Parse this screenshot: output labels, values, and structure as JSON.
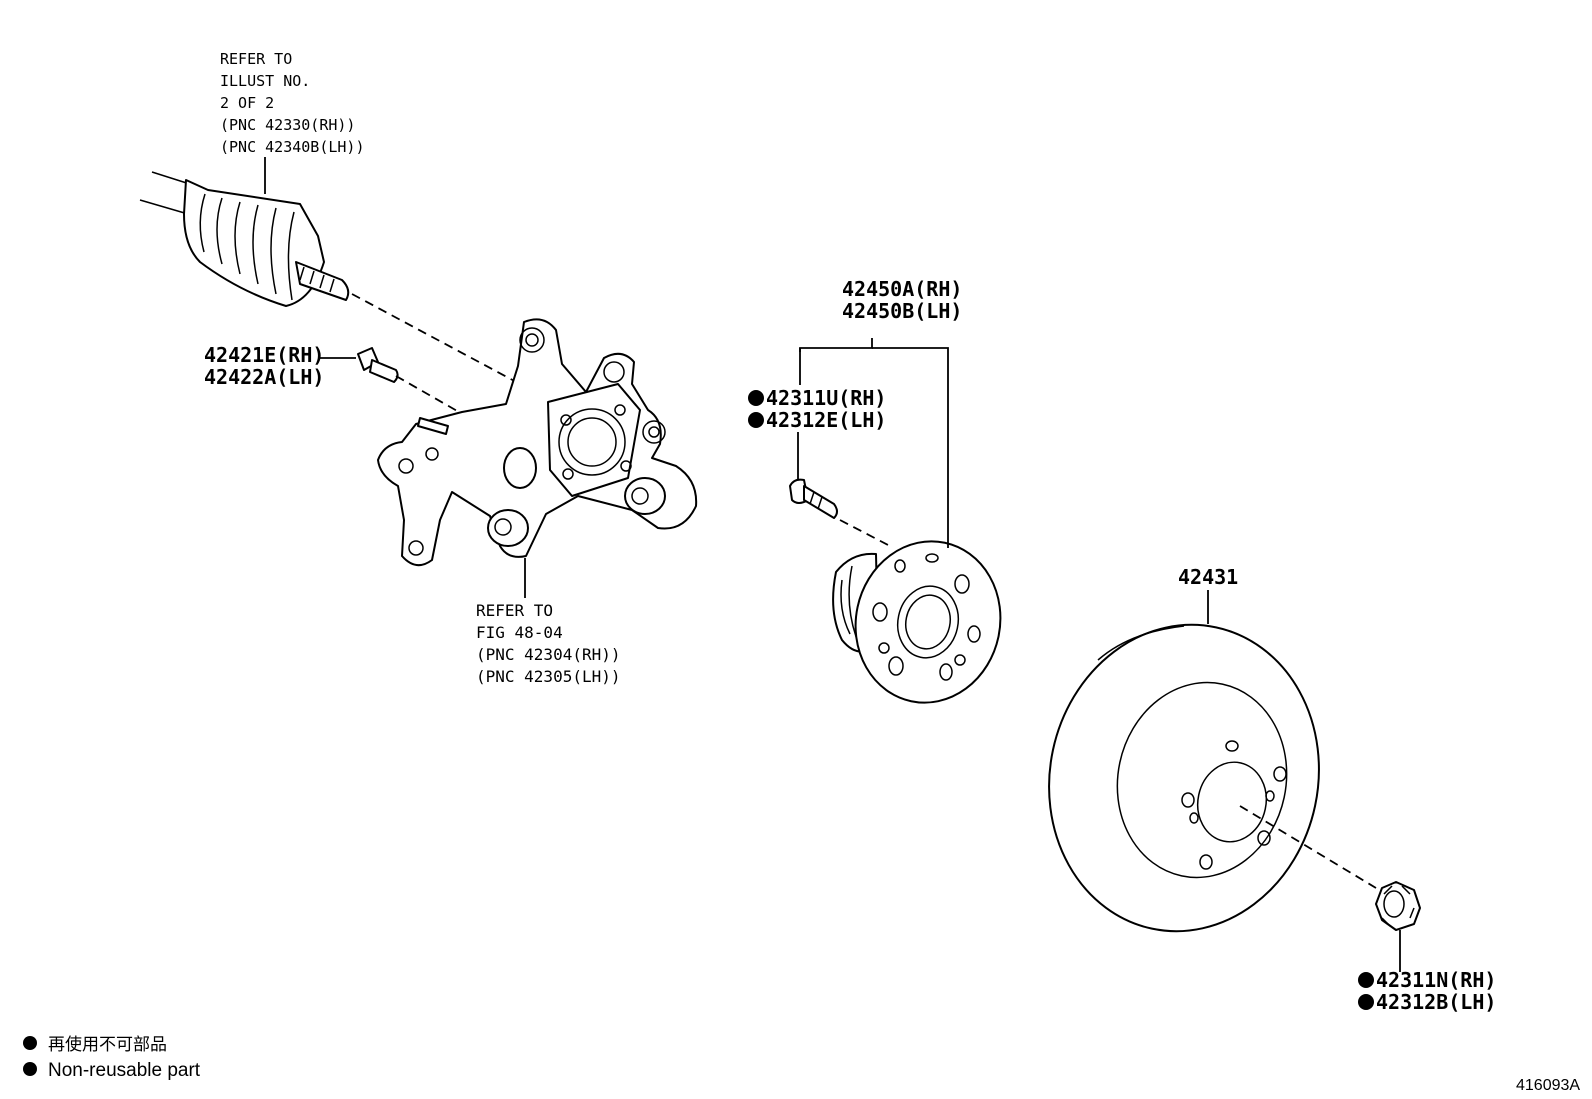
{
  "callouts": {
    "driveshaft_ref": [
      "REFER TO",
      "ILLUST NO.",
      "2 OF 2",
      "(PNC 42330(RH))",
      "(PNC 42340B(LH))"
    ],
    "knuckle_bolt": [
      "42421E(RH)",
      "42422A(LH)"
    ],
    "hub_assembly": [
      "42450A(RH)",
      "42450B(LH)"
    ],
    "hub_bolt": [
      "42311U(RH)",
      "42312E(LH)"
    ],
    "knuckle_ref": [
      "REFER TO",
      "FIG 48-04",
      "(PNC 42304(RH))",
      "(PNC 42305(LH))"
    ],
    "disc": "42431",
    "nut": [
      "42311N(RH)",
      "42312B(LH)"
    ]
  },
  "legend": {
    "line_jp": "再使用不可部品",
    "line_en": "Non-reusable part"
  },
  "illustration_id": "416093A",
  "colors": {
    "ink": "#000000",
    "paper": "#ffffff"
  }
}
